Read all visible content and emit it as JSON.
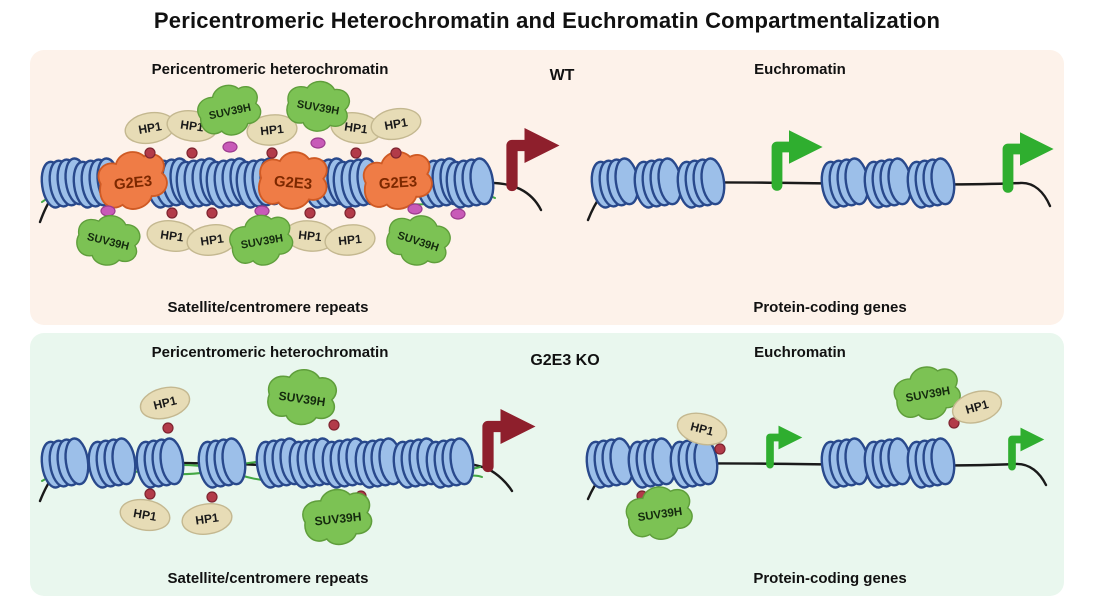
{
  "title": "Pericentromeric Heterochromatin and Euchromatin Compartmentalization",
  "proteins": {
    "hp1": "HP1",
    "suv39h": "SUV39H",
    "g2e3": "G2E3"
  },
  "panels": {
    "wt": {
      "genotype": "WT",
      "left_heading": "Pericentromeric heterochromatin",
      "right_heading": "Euchromatin",
      "left_caption": "Satellite/centromere repeats",
      "right_caption": "Protein-coding genes"
    },
    "ko": {
      "genotype": "G2E3 KO",
      "left_heading": "Pericentromeric heterochromatin",
      "right_heading": "Euchromatin",
      "left_caption": "Satellite/centromere repeats",
      "right_caption": "Protein-coding genes"
    }
  },
  "colors": {
    "wt_panel_bg": "#fdf2ea",
    "ko_panel_bg": "#e9f7ee",
    "nucleosome_fill": "#9cbfe9",
    "nucleosome_stroke": "#29498c",
    "hp1_fill": "#e7dcb6",
    "suv39h_fill": "#7cc254",
    "g2e3_fill": "#ef7c46",
    "histone_mark_red": "#b23b49",
    "methyl_mark_magenta": "#c85ab8",
    "repressed_arrow": "#8e1f2c",
    "active_arrow": "#2fae2f",
    "dna_line": "#1a1a1a",
    "green_strand": "#3aa33a"
  }
}
